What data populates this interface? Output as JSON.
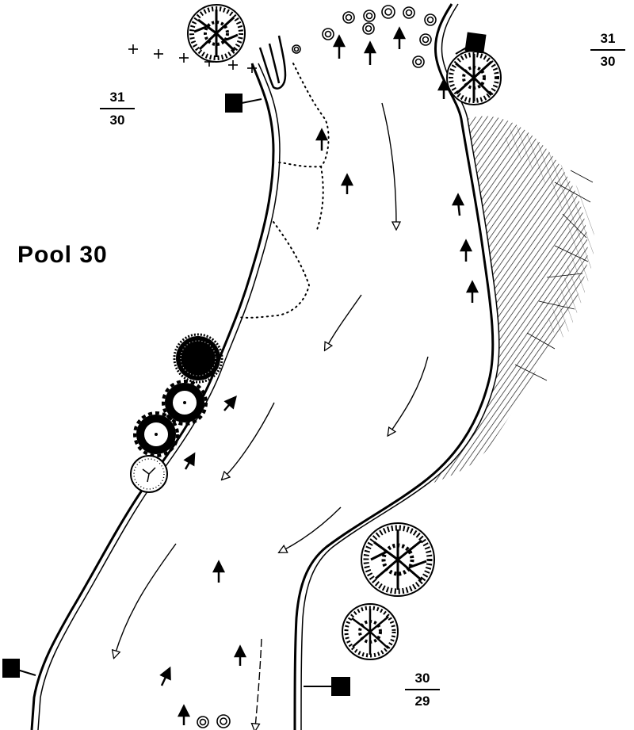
{
  "title": "Pool 30",
  "transect_labels": [
    {
      "id": "top-right",
      "upper": "31",
      "lower": "30"
    },
    {
      "id": "top-left",
      "upper": "31",
      "lower": "30"
    },
    {
      "id": "bottom-right",
      "upper": "30",
      "lower": "29"
    }
  ],
  "colors": {
    "ink": "#000000",
    "paper": "#ffffff"
  },
  "legend_symbols": [
    "transect-marker",
    "deciduous-tree",
    "conifer-tree",
    "shrub",
    "boulder",
    "flow-arrow",
    "upstream-arrow",
    "riffle-dots",
    "fence-cross"
  ]
}
